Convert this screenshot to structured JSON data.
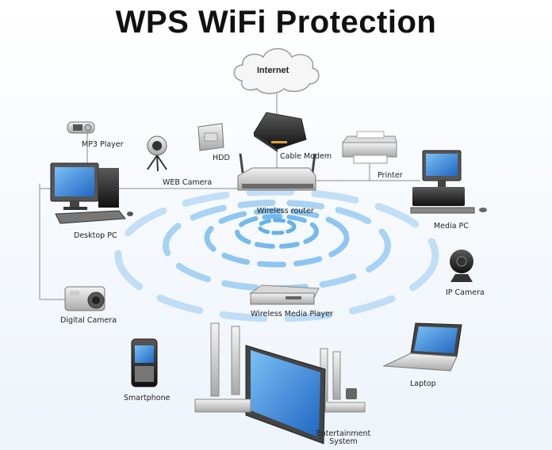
{
  "title": "WPS WiFi Protection",
  "nodes": {
    "internet": "Internet",
    "cable_modem": "Cable Modem",
    "wireless_router": "Wireless router",
    "printer": "Printer",
    "media_pc": "Media PC",
    "mp3_player": "MP3 Player",
    "web_camera": "WEB Camera",
    "hdd": "HDD",
    "desktop_pc": "Desktop PC",
    "digital_camera": "Digital Camera",
    "ip_camera": "IP Camera",
    "wireless_media_player": "Wireless Media Player",
    "smartphone": "Smartphone",
    "laptop": "Laptop",
    "entertainment_system_line1": "Entertainment",
    "entertainment_system_line2": "System"
  },
  "colors": {
    "wave": "#4aa3e8",
    "line": "#8a8a8a",
    "screen": "#2f7fd6"
  }
}
